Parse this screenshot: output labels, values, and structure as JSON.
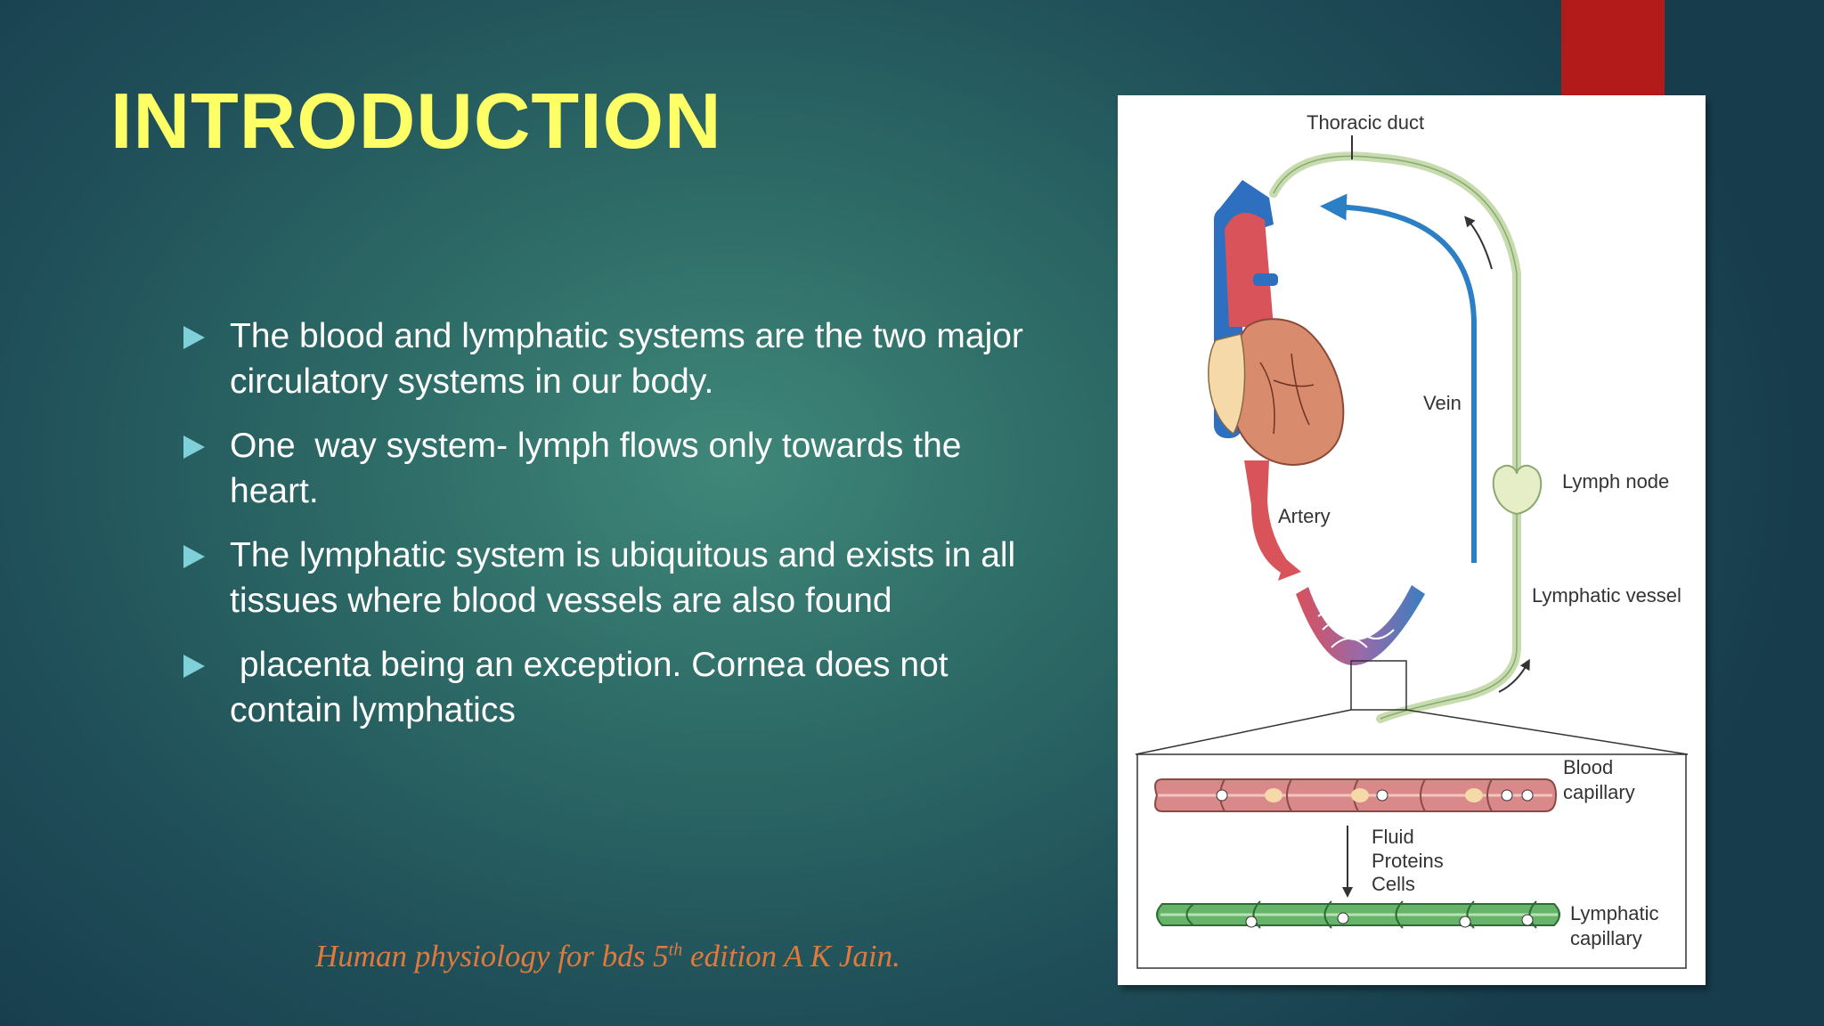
{
  "slide": {
    "title": "INTRODUCTION",
    "bullets": [
      "The blood and lymphatic systems are the two major circulatory systems in our body.",
      "One  way system- lymph flows only towards the heart.",
      "The lymphatic system is ubiquitous and exists in all tissues where blood vessels are also found",
      " placenta being an exception. Cornea does not contain lymphatics"
    ],
    "citation": {
      "before": "Human physiology for bds 5",
      "sup": "th",
      "after": " edition A K Jain."
    }
  },
  "figure": {
    "labels": {
      "thoracic_duct": "Thoracic duct",
      "vein": "Vein",
      "lymph_node": "Lymph node",
      "artery": "Artery",
      "lymphatic_vessel": "Lymphatic vessel",
      "blood_capillary_1": "Blood",
      "blood_capillary_2": "capillary",
      "fluid": "Fluid",
      "proteins": "Proteins",
      "cells": "Cells",
      "lymphatic_capillary_1": "Lymphatic",
      "lymphatic_capillary_2": "capillary"
    }
  },
  "colors": {
    "title": "#ffff66",
    "accent_red": "#b31b1b",
    "bullet_arrow": "#7fd0d8",
    "citation": "#e07a3c"
  }
}
